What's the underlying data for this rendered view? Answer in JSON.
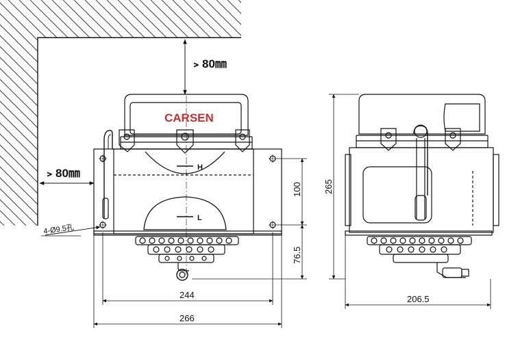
{
  "clearance": {
    "top": "﹥80㎜",
    "side": "﹥80㎜"
  },
  "brand": {
    "name": "CARSEN",
    "color": "#d42a2a"
  },
  "level_marks": {
    "high": "H",
    "low": "L"
  },
  "hole_note": "4-Ø9.5孔",
  "dimensions": {
    "base_inner": "244",
    "base_outer": "266",
    "side_depth": "206.5",
    "total_height": "265",
    "mount_spacing": "100",
    "lower_height": "76.5"
  },
  "colors": {
    "line": "#111111",
    "hatch": "#444444"
  }
}
